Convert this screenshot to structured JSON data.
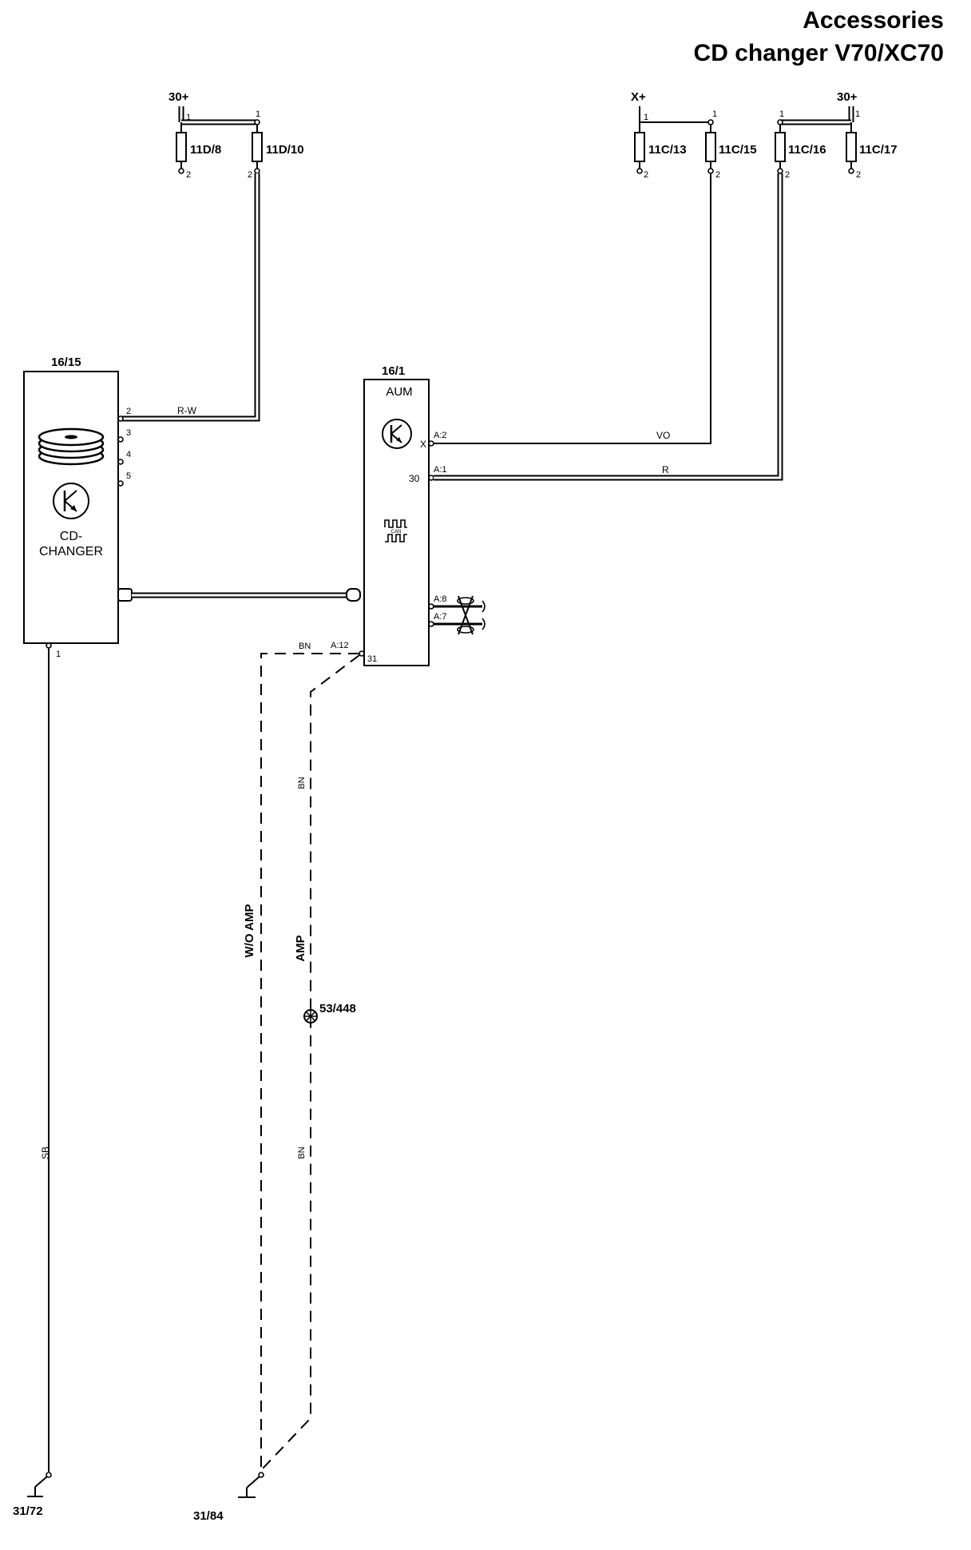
{
  "title": {
    "line1": "Accessories",
    "line2": "CD changer V70/XC70"
  },
  "fuses": [
    {
      "id": "11D/8",
      "supply": "30+",
      "pin_top": "1",
      "pin_bottom": "2"
    },
    {
      "id": "11D/10",
      "pin_top": "1",
      "pin_bottom": "2"
    },
    {
      "id": "11C/13",
      "supply": "X+",
      "pin_top": "1",
      "pin_bottom": "2"
    },
    {
      "id": "11C/15",
      "pin_top": "1",
      "pin_bottom": "2"
    },
    {
      "id": "11C/16",
      "pin_top": "1",
      "pin_bottom": "2"
    },
    {
      "id": "11C/17",
      "supply": "30+",
      "pin_top": "1",
      "pin_bottom": "2"
    }
  ],
  "cd_changer": {
    "id": "16/15",
    "label_line1": "CD-",
    "label_line2": "CHANGER",
    "pins": [
      "2",
      "3",
      "4",
      "5"
    ],
    "ground_pin": "1",
    "wire_label": "R-W",
    "ground_wire_color": "SB",
    "ground": "31/72"
  },
  "aum": {
    "id": "16/1",
    "label": "AUM",
    "can_label": "CAN",
    "pin_x": {
      "conn": "A:2",
      "term": "X",
      "color": "VO"
    },
    "pin_30": {
      "conn": "A:1",
      "term": "30",
      "color": "R"
    },
    "pin_a8": "A:8",
    "pin_a7": "A:7",
    "pin_31": {
      "conn": "A:12",
      "term": "31",
      "color": "BN"
    }
  },
  "ground_path": {
    "label_wo_amp": "W/O AMP",
    "label_amp": "AMP",
    "splice": "53/448",
    "wire_color_upper": "BN",
    "wire_color_lower": "BN",
    "ground": "31/84"
  }
}
